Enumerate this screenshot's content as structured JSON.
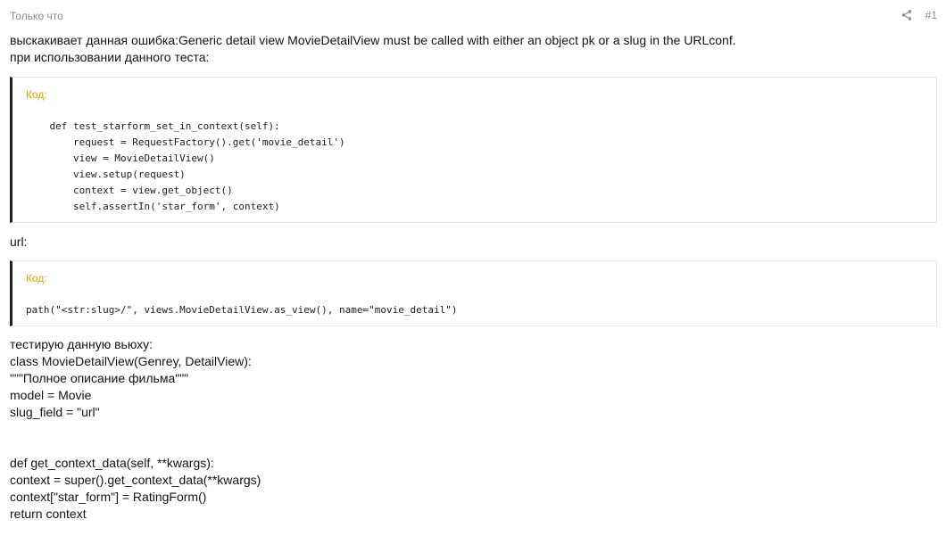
{
  "post": {
    "date": "Только что",
    "number": "#1",
    "intro": [
      "выскакивает данная ошибка:Generic detail view MovieDetailView must be called with either an object pk or a slug in the URLconf.",
      "при использовании данного теста:"
    ],
    "code_label": "Код:",
    "code1": [
      "    def test_starform_set_in_context(self):",
      "        request = RequestFactory().get('movie_detail')",
      "        view = MovieDetailView()",
      "        view.setup(request)",
      "        context = view.get_object()",
      "        self.assertIn('star_form', context)"
    ],
    "url_label": "url:",
    "code2": [
      "path(\"<str:slug>/\", views.MovieDetailView.as_view(), name=\"movie_detail\")"
    ],
    "view_lines": [
      "тестирую данную вьюху:",
      "class MovieDetailView(Genrey, DetailView):",
      "\"\"\"Полное описание фильма\"\"\"",
      "model = Movie",
      "slug_field = \"url\""
    ],
    "method_lines": [
      "def get_context_data(self, **kwargs):",
      "context = super().get_context_data(**kwargs)",
      "context[\"star_form\"] = RatingForm()",
      "return context"
    ]
  },
  "icons": {
    "share": "share-icon"
  },
  "colors": {
    "code_label": "#e8a100",
    "meta_text": "#8a8a8a",
    "code_border": "#1f1f1f"
  }
}
